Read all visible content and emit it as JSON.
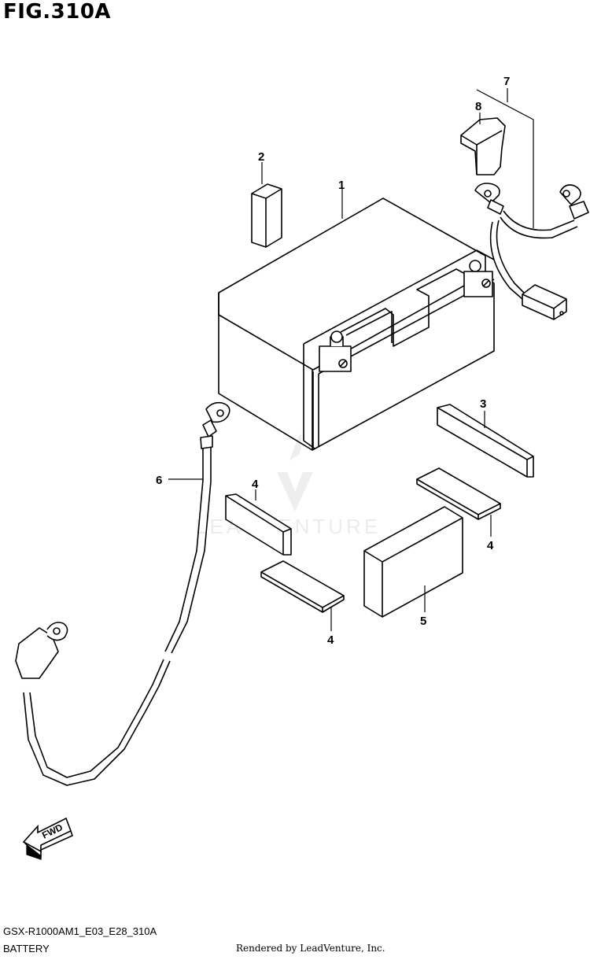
{
  "title": "FIG.310A",
  "callouts": {
    "c1": "1",
    "c2": "2",
    "c3": "3",
    "c4a": "4",
    "c4b": "4",
    "c4c": "4",
    "c5": "5",
    "c6": "6",
    "c7": "7",
    "c8": "8"
  },
  "fwd_label": "FWD",
  "watermark": "LEADVENTURE",
  "footer": {
    "model_code": "GSX-R1000AM1_E03_E28_310A",
    "section_name": "BATTERY",
    "credit": "Rendered by LeadVenture, Inc."
  }
}
